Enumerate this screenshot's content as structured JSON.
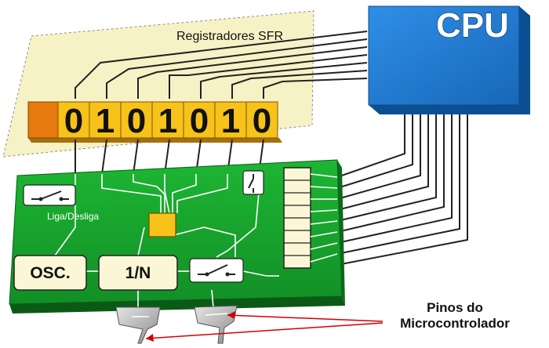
{
  "labels": {
    "sfr_title": "Registradores SFR",
    "cpu": "CPU",
    "switch_label": "Liga/Desliga",
    "osc": "OSC.",
    "divider": "1/N",
    "pins_line1": "Pinos do",
    "pins_line2": "Microcontrolador"
  },
  "register": {
    "bits": [
      "0",
      "1",
      "0",
      "1",
      "0",
      "1",
      "0"
    ]
  },
  "colors": {
    "sfr_panel": "#f7f2c6",
    "cpu_blue": "#1f7ad0",
    "board_green": "#17a12c",
    "register_yellow": "#f7c21a",
    "register_orange": "#e67a0e",
    "arrow_red": "#d40000"
  }
}
